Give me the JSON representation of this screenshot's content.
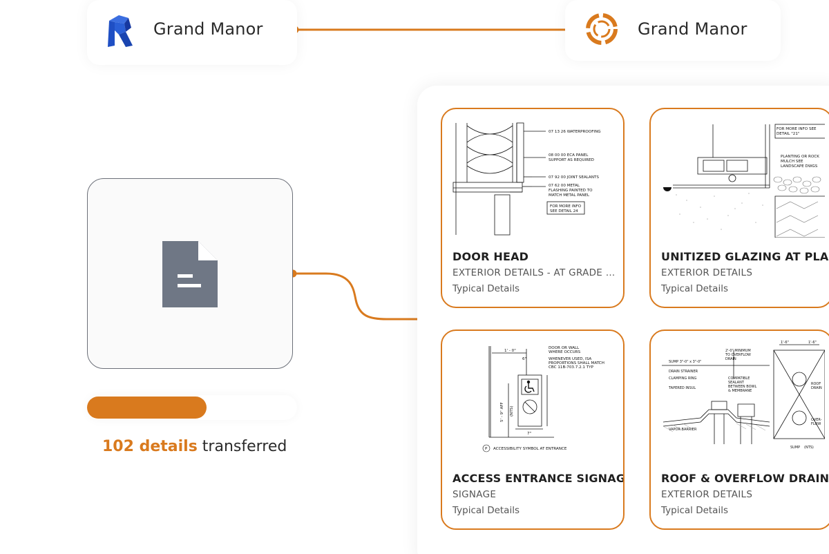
{
  "source_project": {
    "name": "Grand Manor",
    "app_icon": "revit-logo-icon",
    "accent": "#1f4fc4"
  },
  "target_project": {
    "name": "Grand Manor",
    "app_icon": "ring-logo-icon",
    "accent": "#d97a1e"
  },
  "source_file": {
    "icon": "document-icon"
  },
  "progress": {
    "fraction": 0.57,
    "color": "#d97a1e"
  },
  "transfer_status": {
    "count": "102 details",
    "suffix": " transferred"
  },
  "details": [
    {
      "title": "DOOR HEAD",
      "category": "EXTERIOR DETAILS - AT GRADE & D...",
      "group": "Typical Details",
      "thumb_notes": [
        "07 13 26 WATERPROOFING",
        "08 00 00 ECA PANEL",
        "SUPPORT AS REQUIRED",
        "07 92 00 JOINT SEALANTS",
        "07 62 00 METAL",
        "FLASHING PAINTED TO",
        "MATCH METAL PANEL",
        "FOR MORE INFO",
        "SEE DETAIL 24"
      ]
    },
    {
      "title": "UNITIZED GLAZING AT PLANTI",
      "category": "EXTERIOR DETAILS",
      "group": "Typical Details",
      "thumb_notes": [
        "FOR MORE INFO SEE",
        "DETAIL \"21\"",
        "PLANTING OR ROCK",
        "MULCH SEE",
        "LANDSCAPE DWGS"
      ]
    },
    {
      "title": "ACCESS ENTRANCE SIGNAGE",
      "category": "SIGNAGE",
      "group": "Typical Details",
      "thumb_notes": [
        "DOOR OR WALL",
        "WHERE OCCURS",
        "WHENEVER USED, ISA",
        "PROPORTIONS SHALL MATCH",
        "CBC 11B-703.7.2.1 TYP",
        "1' - 0\"",
        "6\"",
        "5' - 9\" AFF",
        "(NTS)",
        "7\"",
        "P",
        "ACCESSIBILITY SYMBOL AT ENTRANCE"
      ]
    },
    {
      "title": "ROOF & OVERFLOW DRAIN",
      "category": "EXTERIOR DETAILS",
      "group": "Typical Details",
      "thumb_notes": [
        "SUMP 3\"-0\" x 3\"-0\"",
        "2'-0\" MINIMUM",
        "TO OVERFLOW",
        "DRAIN",
        "DRAIN STRAINER",
        "CLAMPING RING",
        "COMPATIBLE",
        "SEALANT",
        "BETWEEN BOWL",
        "& MEMBRANE",
        "TAPERED INSUL",
        "VAPOR BARRIER",
        "ROOF",
        "DRAIN",
        "OVER-",
        "FLOW",
        "SUMP",
        "(NTS)",
        "1'-6\"",
        "1'-6\""
      ]
    }
  ]
}
